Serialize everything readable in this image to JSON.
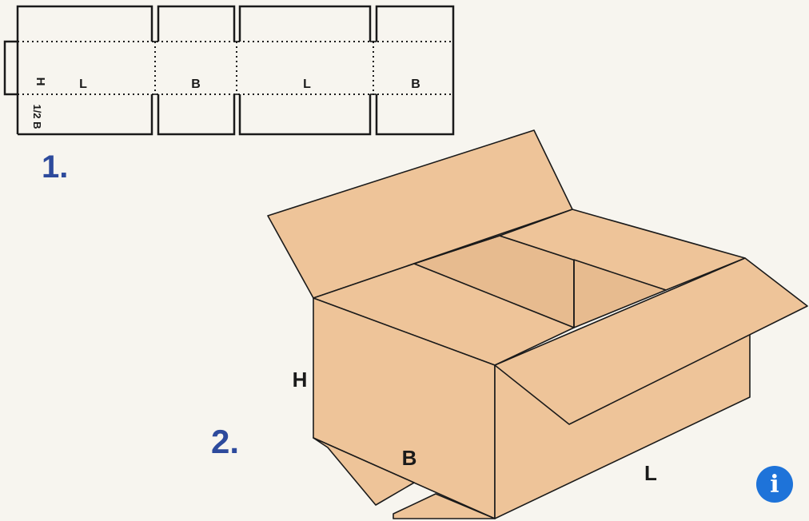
{
  "step1": {
    "number": "1."
  },
  "step2": {
    "number": "2."
  },
  "flat_layout": {
    "height_label": "H",
    "flap_label": "1/2 B",
    "panel_labels": [
      "L",
      "B",
      "L",
      "B"
    ]
  },
  "box_3d": {
    "height_label": "H",
    "width_label": "B",
    "length_label": "L"
  },
  "info": {
    "icon": "info-icon",
    "color": "#1e73d9"
  }
}
